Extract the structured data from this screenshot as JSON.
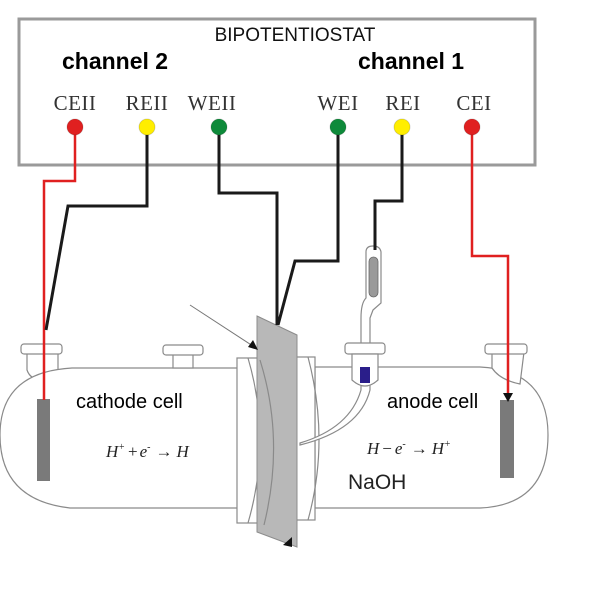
{
  "instrument": {
    "title": "BIPOTENTIOSTAT",
    "channels": [
      {
        "label": "channel 2",
        "ports": [
          {
            "label": "CEII",
            "role": "counter-electrode",
            "color": "#e02020"
          },
          {
            "label": "REII",
            "role": "reference-electrode",
            "color": "#ffee00"
          },
          {
            "label": "WEII",
            "role": "working-electrode",
            "color": "#0e8a3a"
          }
        ]
      },
      {
        "label": "channel 1",
        "ports": [
          {
            "label": "WEI",
            "role": "working-electrode",
            "color": "#0e8a3a"
          },
          {
            "label": "REI",
            "role": "reference-electrode",
            "color": "#ffee00"
          },
          {
            "label": "CEI",
            "role": "counter-electrode",
            "color": "#e02020"
          }
        ]
      }
    ]
  },
  "cells": {
    "cathode": {
      "label": "cathode cell",
      "reaction": {
        "lhs1": "H",
        "lhs1_sup": "+",
        "op": "+",
        "lhs2": "e",
        "lhs2_sup": "-",
        "arrow": "→",
        "rhs": "H",
        "rhs_sup": ""
      }
    },
    "anode": {
      "label": "anode cell",
      "reaction": {
        "lhs1": "H",
        "lhs1_sup": "",
        "op": "−",
        "lhs2": "e",
        "lhs2_sup": "-",
        "arrow": "→",
        "rhs": "H",
        "rhs_sup": "+"
      },
      "electrolyte": "NaOH"
    }
  },
  "colors": {
    "counter_wire": "#e02020",
    "signal_wire": "#1a1a1a",
    "membrane": "#b8b8b8",
    "electrode": "#7a7a7a",
    "reference_tip": "#2a1e8a"
  }
}
